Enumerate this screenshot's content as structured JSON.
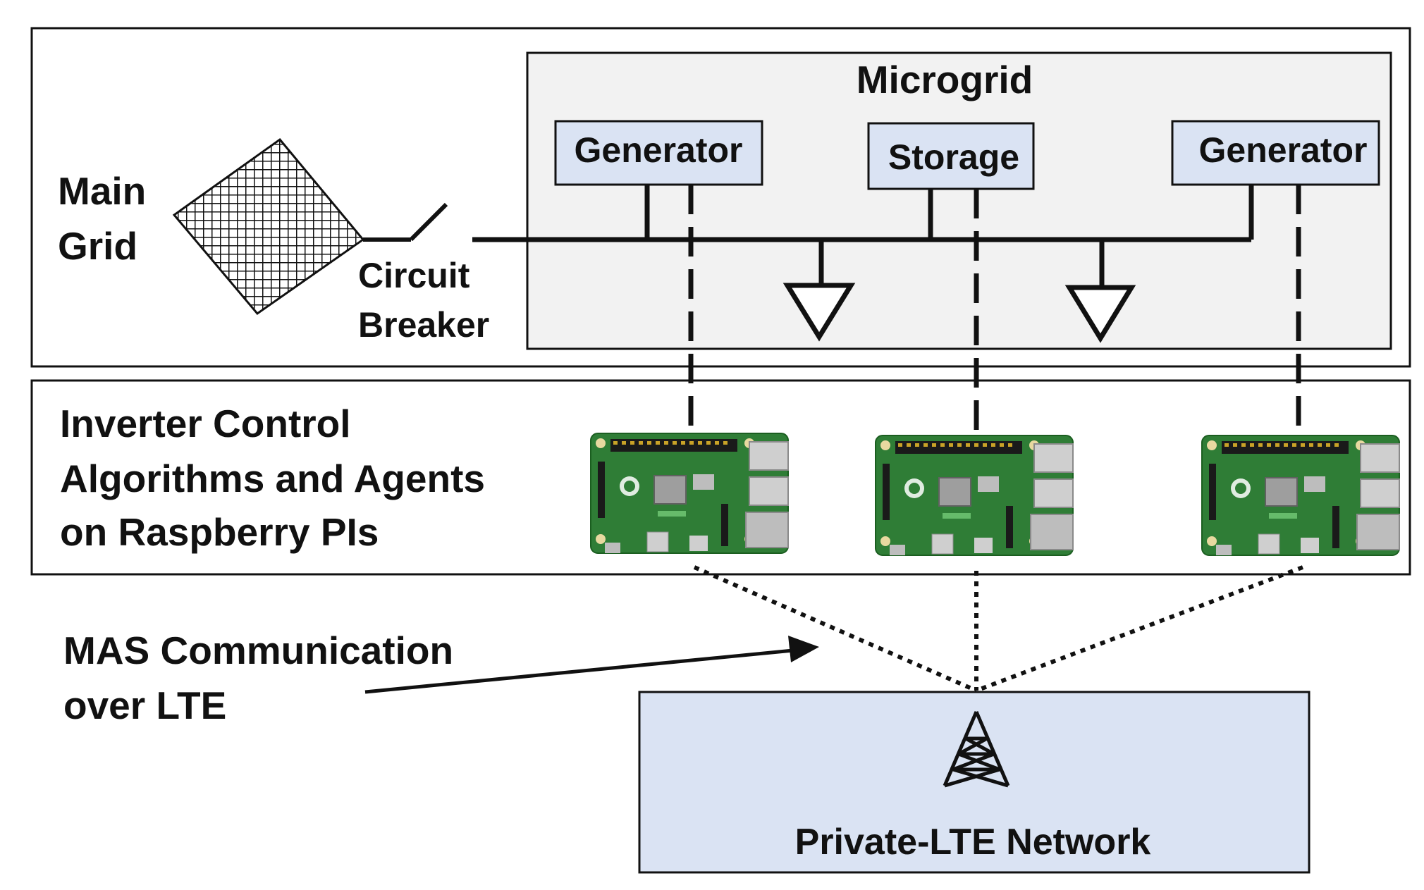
{
  "labels": {
    "main_grid_line1": "Main",
    "main_grid_line2": "Grid",
    "circuit_breaker_line1": "Circuit",
    "circuit_breaker_line2": "Breaker",
    "microgrid": "Microgrid",
    "generator_left": "Generator",
    "storage": "Storage",
    "generator_right": "Generator",
    "inverter_line1": "Inverter Control",
    "inverter_line2": "Algorithms  and Agents",
    "inverter_line3": "on Raspberry  PIs",
    "mas_line1": "MAS Communication",
    "mas_line2": "over LTE",
    "network": "Private-LTE  Network"
  },
  "colors": {
    "box_fill_blue": "#dae3f3",
    "microgrid_fill": "#f2f2f2",
    "pcb_green": "#2e7d32",
    "line": "#111111"
  },
  "icons": {
    "grid": "mesh-grid-icon",
    "tower": "cell-tower-icon",
    "load": "load-triangle-icon",
    "board": "raspberry-pi-board-icon"
  }
}
